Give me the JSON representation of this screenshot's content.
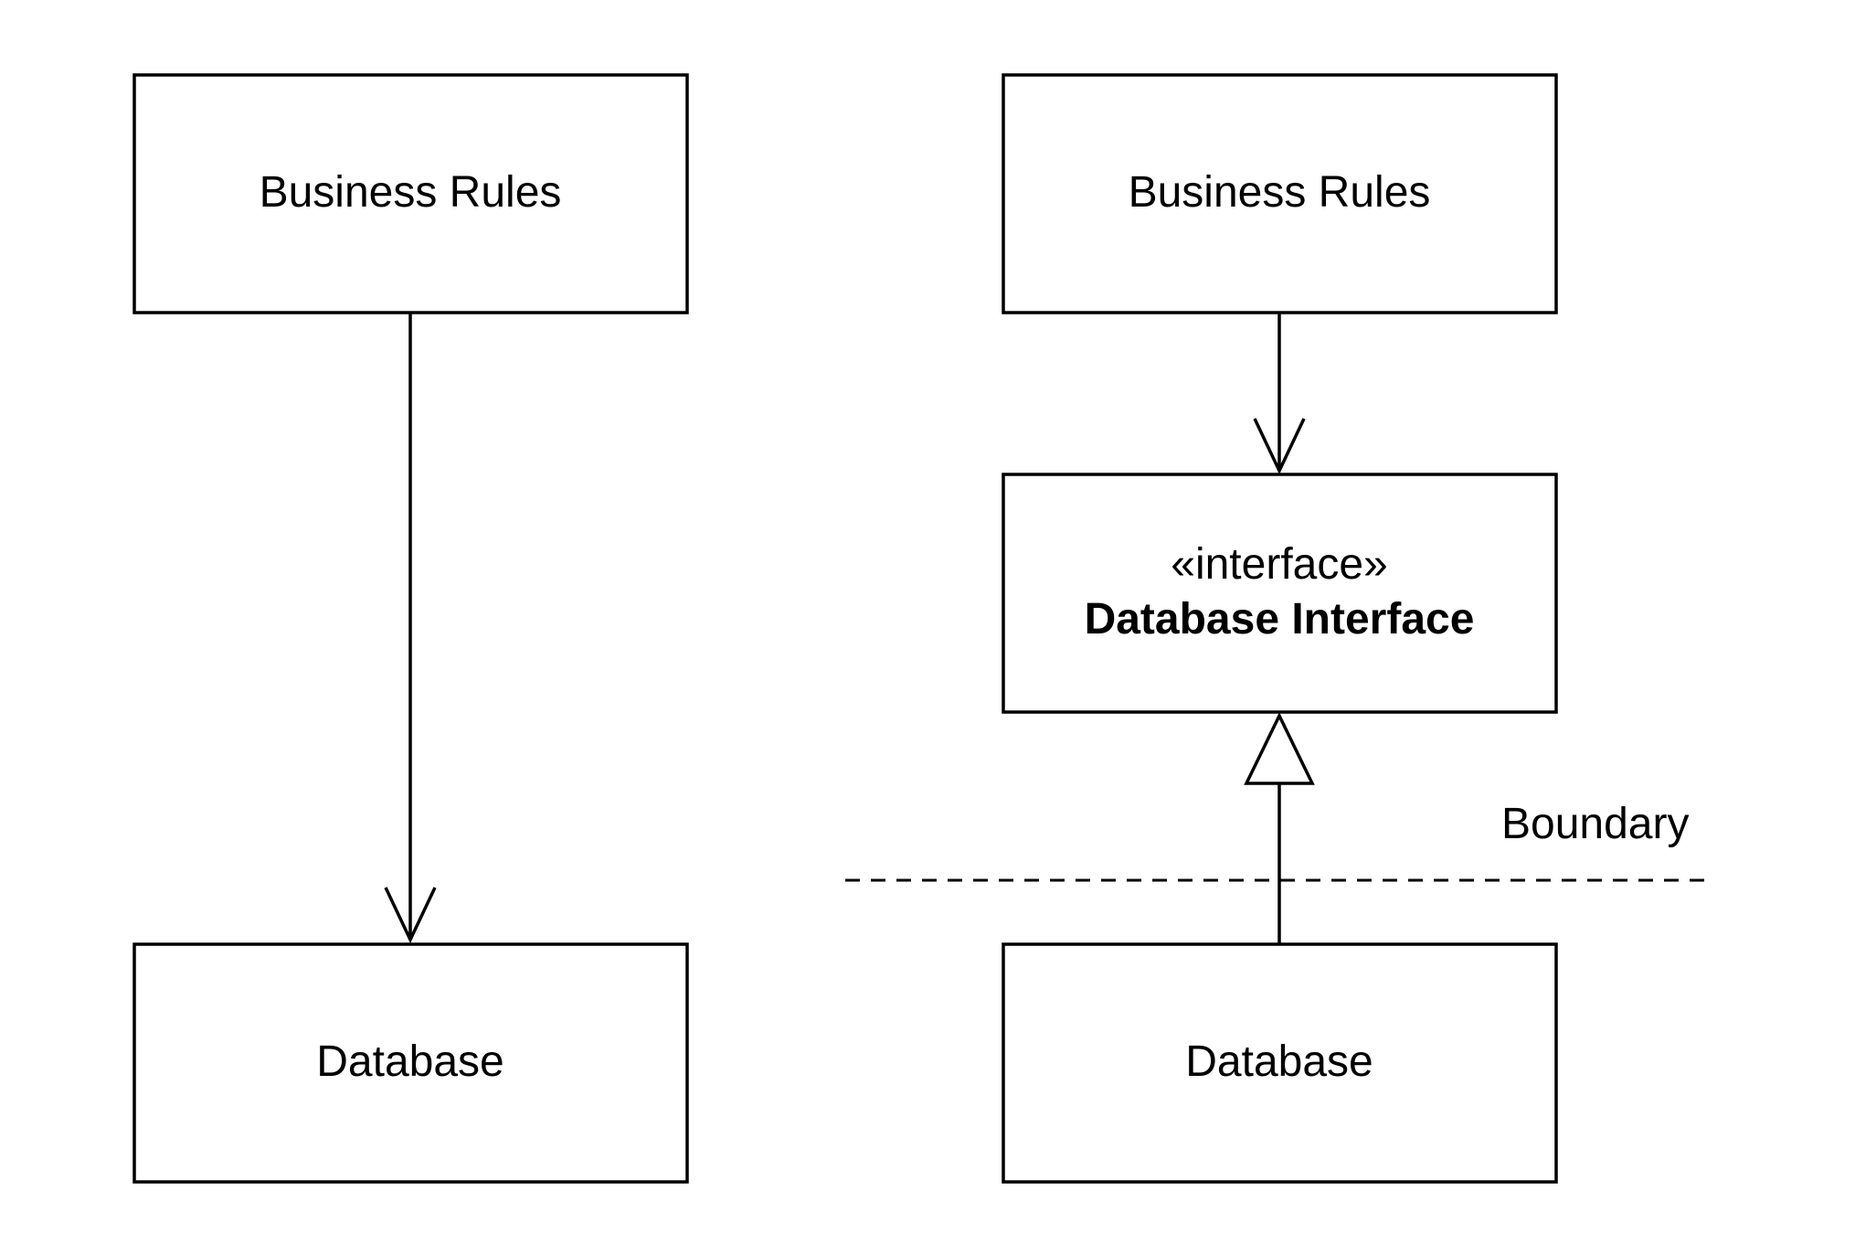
{
  "left_diagram": {
    "business_rules_label": "Business Rules",
    "database_label": "Database"
  },
  "right_diagram": {
    "business_rules_label": "Business Rules",
    "interface_stereotype": "«interface»",
    "interface_name": "Database Interface",
    "database_label": "Database",
    "boundary_label": "Boundary"
  },
  "colors": {
    "stroke": "#000000",
    "background": "#ffffff"
  }
}
